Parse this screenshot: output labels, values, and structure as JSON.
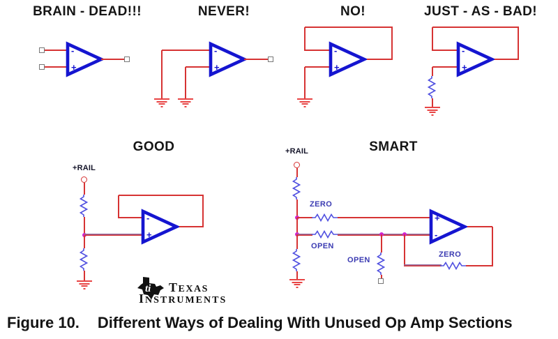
{
  "figure": {
    "caption_prefix": "Figure 10.",
    "caption_text": "Different Ways of Dealing With Unused Op Amp Sections"
  },
  "panels": {
    "brain_dead": {
      "title": "BRAIN - DEAD!!!"
    },
    "never": {
      "title": "NEVER!"
    },
    "no": {
      "title": "NO!"
    },
    "just_as_bad": {
      "title": "JUST - AS - BAD!"
    },
    "good": {
      "title": "GOOD",
      "rail_label": "+RAIL"
    },
    "smart": {
      "title": "SMART",
      "rail_label": "+RAIL",
      "r_top_label": "ZERO",
      "r_mid_label": "OPEN",
      "r_hang_label": "OPEN",
      "r_fb_label": "ZERO"
    }
  },
  "opamp": {
    "minus": "-",
    "plus": "+"
  },
  "logo": {
    "line1": "TEXAS",
    "line2": "INSTRUMENTS",
    "glyph_letters": "ti"
  },
  "colors": {
    "wire_red": "#d63333",
    "ground_red": "#e84444",
    "opamp_blue": "#1515d0",
    "resistor_blue": "#5050e0",
    "junction_magenta": "#d024d0",
    "overlap_purple": "#8f6ba1",
    "label_blue": "#3b3bb2",
    "text_black": "#141414"
  }
}
